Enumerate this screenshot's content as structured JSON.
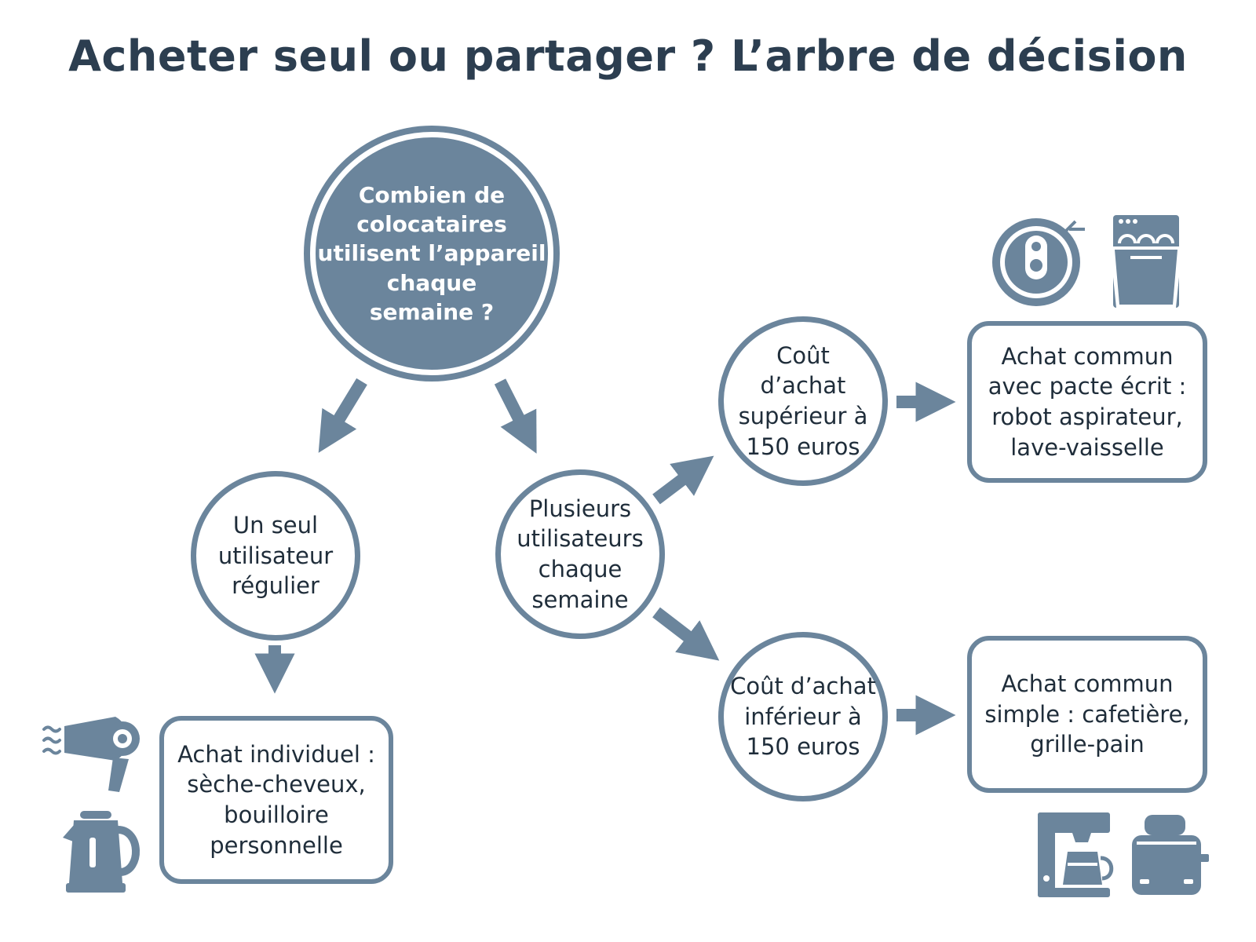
{
  "title": "Acheter seul ou partager ? L’arbre de décision",
  "nodes": {
    "root": "Combien de\ncolocataires\nutilisent l’appareil\nchaque\nsemaine ?",
    "single_user": "Un seul\nutilisateur\nrégulier",
    "multi_users": "Plusieurs\nutilisateurs\nchaque\nsemaine",
    "cost_high": "Coût\nd’achat\nsupérieur à\n150 euros",
    "cost_low": "Coût d’achat\ninférieur à\n150 euros",
    "individual": "Achat individuel :\nsèche-cheveux,\nbouilloire\npersonnelle",
    "pact": "Achat commun\navec pacte écrit :\nrobot aspirateur,\nlave-vaisselle",
    "simple": "Achat commun\nsimple : cafetière,\ngrille-pain"
  },
  "icons": [
    "hair-dryer-icon",
    "kettle-icon",
    "robot-vacuum-icon",
    "dishwasher-icon",
    "coffee-maker-icon",
    "toaster-icon"
  ],
  "colors": {
    "accent": "#6b859c",
    "title": "#2c3e50",
    "text": "#1f2d3a"
  }
}
